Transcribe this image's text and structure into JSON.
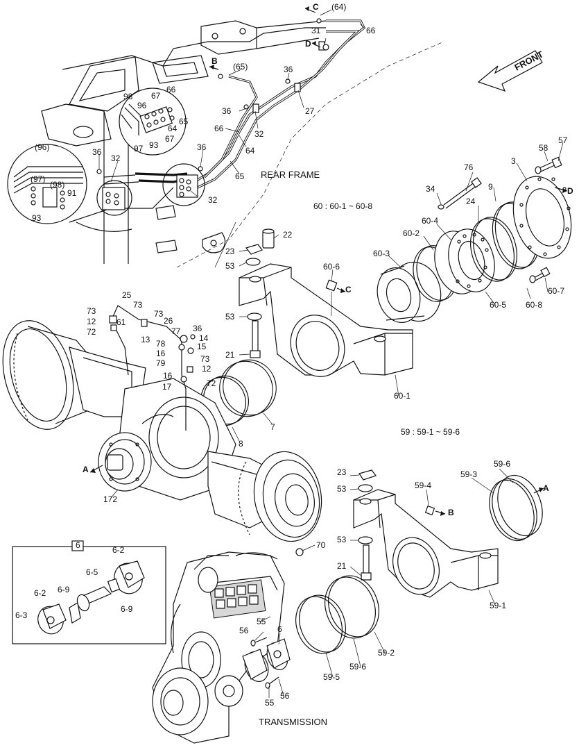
{
  "labels": {
    "rear_frame": "REAR FRAME",
    "transmission": "TRANSMISSION",
    "front": "FRONT",
    "range_60": "60 : 60-1 ~ 60-8",
    "range_59": "59 : 59-1 ~ 59-6"
  },
  "view_markers": {
    "a": "A",
    "b": "B",
    "c": "C",
    "d": "D"
  },
  "part_numbers": {
    "p3": "3",
    "p6": "6",
    "p7": "7",
    "p8": "8",
    "p9": "9",
    "p12": "12",
    "p13": "13",
    "p14": "14",
    "p15": "15",
    "p16": "16",
    "p17": "17",
    "p21": "21",
    "p22": "22",
    "p23": "23",
    "p24": "24",
    "p25": "25",
    "p26": "26",
    "p27": "27",
    "p31": "31",
    "p32": "32",
    "p34": "34",
    "p36": "36",
    "p53": "53",
    "p55": "55",
    "p56": "56",
    "p57": "57",
    "p58": "58",
    "p59_1": "59-1",
    "p59_2": "59-2",
    "p59_3": "59-3",
    "p59_4": "59-4",
    "p59_5": "59-5",
    "p59_6": "59-6",
    "p60_1": "60-1",
    "p60_2": "60-2",
    "p60_3": "60-3",
    "p60_4": "60-4",
    "p60_5": "60-5",
    "p60_6": "60-6",
    "p60_7": "60-7",
    "p60_8": "60-8",
    "p6_2": "6-2",
    "p6_3": "6-3",
    "p6_5": "6-5",
    "p6_9": "6-9",
    "p61": "61",
    "p64": "64",
    "p64_ref": "(64)",
    "p65": "65",
    "p65_ref": "(65)",
    "p66": "66",
    "p67": "67",
    "p70": "70",
    "p72": "72",
    "p73": "73",
    "p76": "76",
    "p77": "77",
    "p78": "78",
    "p79": "79",
    "p91": "91",
    "p93": "93",
    "p96": "96",
    "p96_ref": "(96)",
    "p97": "97",
    "p97_ref": "(97)",
    "p98": "98",
    "p98_ref": "(98)",
    "p172": "172"
  }
}
